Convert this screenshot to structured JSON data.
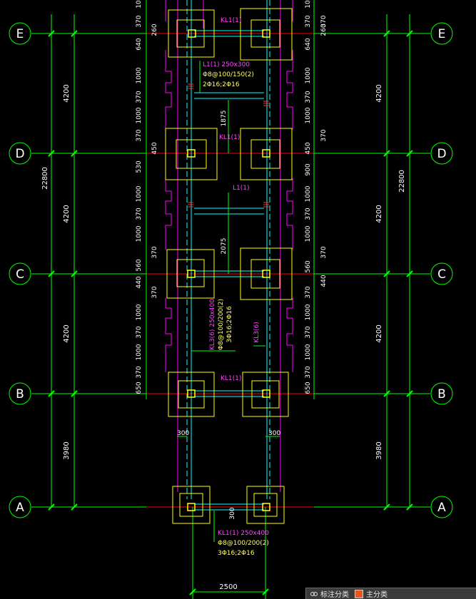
{
  "grid": {
    "axes": [
      "E",
      "D",
      "C",
      "B",
      "A"
    ],
    "spans": [
      "4200",
      "4200",
      "4200",
      "3980"
    ],
    "total": "22800",
    "width": "2500"
  },
  "beams": {
    "kl1_label": "KL1(1)",
    "l1_label": "L1(1)",
    "l1_spec": "L1(1) 250x300",
    "l1_stirrup": "Φ8@100/150(2)",
    "l1_rebar": "2Φ16;2Φ16",
    "kl3_spec": "KL3(6) 250x400",
    "kl3_stirrup": "Φ8@100/200(2)",
    "kl3_rebar": "3Φ16;2Φ16",
    "kl3_label": "KL3(6)",
    "kl1_spec": "KL1(1) 250x400",
    "kl1_stirrup": "Φ8@100/200(2)",
    "kl1_rebar": "3Φ16;2Φ16"
  },
  "dims": {
    "d1875": "1875",
    "d2075": "2075",
    "d300": "300",
    "d370": "370",
    "d1000": "1000",
    "d640": "640",
    "d260": "260",
    "d450": "450",
    "d530": "530",
    "d900": "900",
    "d560": "560",
    "d440": "440",
    "d650": "650",
    "d10": "10"
  },
  "status": {
    "item1": "标注分类",
    "item2": "主分类"
  },
  "colors": {
    "background": "#000000",
    "grid_line": "#00ff00",
    "axis_red": "#ff0000",
    "wall_magenta": "#ff00ff",
    "footing_yellow": "#ffff00",
    "beam_cyan": "#00ffff",
    "text_white": "#ffffff"
  }
}
